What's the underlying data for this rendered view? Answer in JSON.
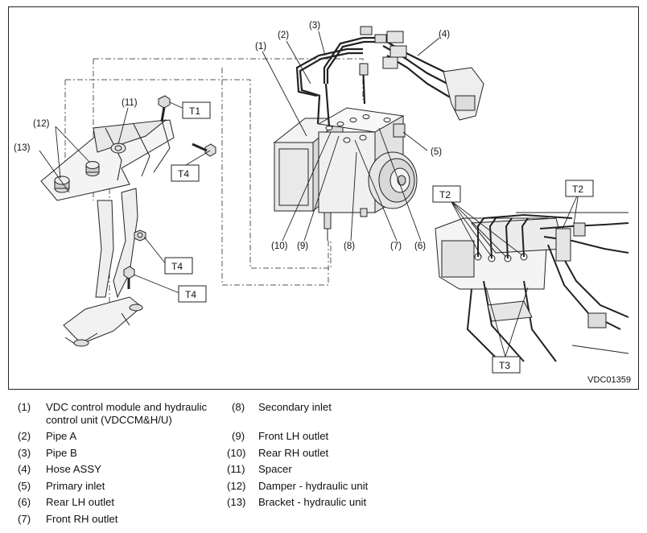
{
  "figure_id": "VDC01359",
  "callouts": [
    "(1)",
    "(2)",
    "(3)",
    "(4)",
    "(5)",
    "(6)",
    "(7)",
    "(8)",
    "(9)",
    "(10)",
    "(11)",
    "(12)",
    "(13)"
  ],
  "torque_labels": {
    "t1": "T1",
    "t2a": "T2",
    "t2b": "T2",
    "t3": "T3",
    "t4a": "T4",
    "t4b": "T4",
    "t4c": "T4"
  },
  "legend": [
    {
      "num": "(1)",
      "text": "VDC control module and hydraulic",
      "text2": "control unit (VDCCM&H/U)"
    },
    {
      "num": "(2)",
      "text": "Pipe A"
    },
    {
      "num": "(3)",
      "text": "Pipe B"
    },
    {
      "num": "(4)",
      "text": "Hose ASSY"
    },
    {
      "num": "(5)",
      "text": "Primary inlet"
    },
    {
      "num": "(6)",
      "text": "Rear LH outlet"
    },
    {
      "num": "(7)",
      "text": "Front RH outlet"
    },
    {
      "num": "(8)",
      "text": "Secondary inlet"
    },
    {
      "num": "(9)",
      "text": "Front LH outlet"
    },
    {
      "num": "(10)",
      "text": "Rear RH outlet"
    },
    {
      "num": "(11)",
      "text": "Spacer"
    },
    {
      "num": "(12)",
      "text": "Damper - hydraulic unit"
    },
    {
      "num": "(13)",
      "text": "Bracket - hydraulic unit"
    }
  ]
}
